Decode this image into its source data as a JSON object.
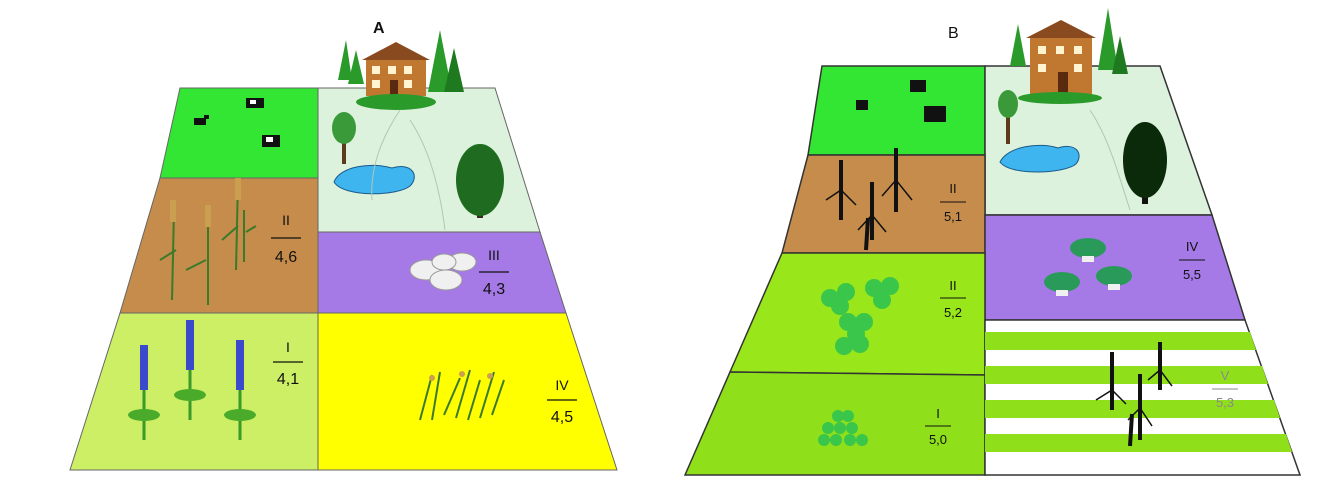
{
  "panels": [
    {
      "id": "A",
      "label": "A",
      "fields": [
        {
          "roman": "II",
          "value": "4,6"
        },
        {
          "roman": "III",
          "value": "4,3"
        },
        {
          "roman": "I",
          "value": "4,1"
        },
        {
          "roman": "IV",
          "value": "4,5"
        }
      ]
    },
    {
      "id": "B",
      "label": "B",
      "fields": [
        {
          "roman": "II",
          "value": "5,1"
        },
        {
          "roman": "IV",
          "value": "5,5"
        },
        {
          "roman": "II",
          "value": "5,2"
        },
        {
          "roman": "I",
          "value": "5,0"
        },
        {
          "roman": "V",
          "value": "5,3"
        }
      ]
    }
  ],
  "colors": {
    "pasture": "#33e633",
    "wheat": "#c68c4c",
    "farmyard": "#dcf2dc",
    "purple": "#a57ae6",
    "lupine": "#ccef66",
    "yellow": "#ffff00",
    "clover": "#99e61a",
    "stripe_green": "#8fe01a",
    "water": "#3fb5f0",
    "tree": "#1f6b1f"
  },
  "icons": [
    "cow-icon",
    "farmhouse-icon",
    "tree-icon",
    "pond-icon",
    "wheat-icon",
    "cabbage-icon",
    "lupine-icon",
    "clover-icon",
    "grass-icon",
    "corn-icon",
    "beet-icon"
  ]
}
